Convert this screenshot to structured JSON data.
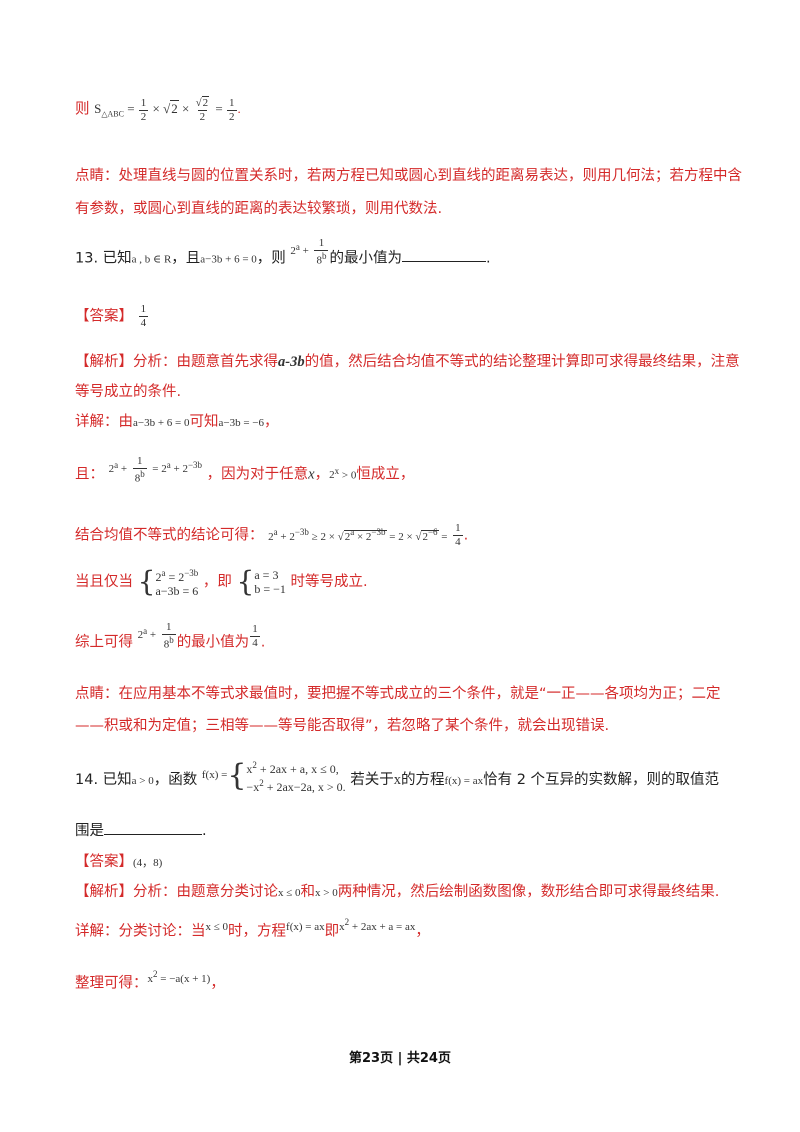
{
  "l1": {
    "prefix": "则",
    "s": "S",
    "sub": "△ABC",
    "eq": "=",
    "f1n": "1",
    "f1d": "2",
    "times": "×",
    "sq2": "2",
    "f2n": "2",
    "f2d": "2",
    "f3n": "1",
    "f3d": "2",
    "end": "."
  },
  "note1": {
    "line1": "点睛：处理直线与圆的位置关系时，若两方程已知或圆心到直线的距离易表达，则用几何法；若方程中含",
    "line2": "有参数，或圆心到直线的距离的表达较繁琐，则用代数法."
  },
  "q13": {
    "num": "13. 已知",
    "m1": "a , b ∈ R",
    "t1": "，且",
    "m2": "a−3b + 6 = 0",
    "t2": "，则",
    "fn": "1",
    "fd": "8",
    "t3": "的最小值为",
    "end": "."
  },
  "ans13": {
    "label": "【答案】",
    "n": "1",
    "d": "4"
  },
  "jx13": {
    "label": "【解析】",
    "t1": "分析：由题意首先求得",
    "m": "a-3b",
    "t2": "的值，然后结合均值不等式的结论整理计算即可求得最终结果，注意",
    "line2": "等号成立的条件."
  },
  "xj13": {
    "label": "详解：由",
    "m1": "a−3b + 6 = 0",
    "t1": "可知",
    "m2": "a−3b = −6",
    "end": "，"
  },
  "qie": {
    "label": "且：",
    "eq": "=",
    "t1": "，因为对于任意",
    "x": "x",
    "t2": "，",
    "m": "> 0",
    "t3": "恒成立，"
  },
  "jh": {
    "label": "结合均值不等式的结论可得：",
    "m": "≥ 2 ×",
    "m2": "= 2 ×",
    "n": "1",
    "d": "4",
    "end": "."
  },
  "dq": {
    "label": "当且仅当",
    "c1": "a−3b = 6",
    "t1": "，即",
    "c3": "a = 3",
    "c4": "b = −1",
    "t2": "时等号成立."
  },
  "zs": {
    "label": "综上可得",
    "t": "的最小值为",
    "n": "1",
    "d": "4",
    "end": "."
  },
  "note2": {
    "line1": "点睛：在应用基本不等式求最值时，要把握不等式成立的三个条件，就是“一正——各项均为正；二定",
    "line2": "——积或和为定值；三相等——等号能否取得”，若忽略了某个条件，就会出现错误."
  },
  "q14": {
    "num": "14. 已知",
    "m1": "a > 0",
    "t1": "，函数",
    "fx": "f(x) =",
    "c1": "+ 2ax + a,   x ≤ 0,",
    "c2": "+ 2ax−2a, x > 0.",
    "t2": "若关于",
    "x": "x",
    "t3": "的方程",
    "m2": "f(x) = ax",
    "t4": "恰有 2 个互异的实数解，则的取值范",
    "line2": "围是",
    "end": "."
  },
  "ans14": {
    "label": "【答案】",
    "val": "(4，8)"
  },
  "jx14": {
    "label": "【解析】",
    "t1": "分析：由题意分类讨论",
    "m1": "x ≤ 0",
    "t2": "和",
    "m2": "x > 0",
    "t3": "两种情况，然后绘制函数图像，数形结合即可求得最终结果."
  },
  "xj14": {
    "label": "详解：分类讨论：当",
    "m1": "x ≤ 0",
    "t1": "时，方程",
    "m2": "f(x) = ax",
    "t2": "即",
    "m3": "+ 2ax + a = ax",
    "end": "，"
  },
  "zl": {
    "label": "整理可得：",
    "m": "= −a(x + 1)",
    "end": "，"
  },
  "footer": "第23页 | 共24页"
}
